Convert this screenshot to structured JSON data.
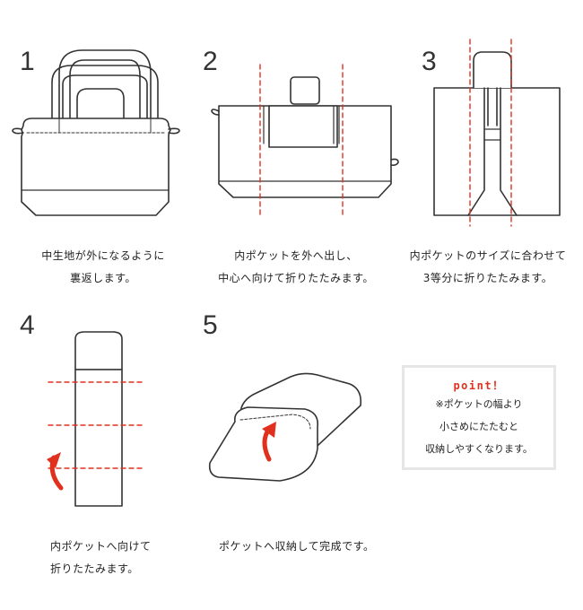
{
  "steps": [
    {
      "number": "1",
      "lines": [
        "中生地が外になるように",
        "裏返します。"
      ]
    },
    {
      "number": "2",
      "lines": [
        "内ポケットを外へ出し、",
        "中心へ向けて折りたたみます。"
      ]
    },
    {
      "number": "3",
      "lines": [
        "内ポケットのサイズに合わせて",
        "3等分に折りたたみます。"
      ]
    },
    {
      "number": "4",
      "lines": [
        "内ポケットへ向けて",
        "折りたたみます。"
      ]
    },
    {
      "number": "5",
      "lines": [
        "ポケットへ収納して完成です。"
      ]
    }
  ],
  "point": {
    "title": "point！",
    "lines": [
      "※ポケットの幅より",
      "小さめにたたむと",
      "収納しやすくなります。"
    ]
  },
  "colors": {
    "accent_red": "#e0301e",
    "line": "#333333",
    "box_border": "#e6e6e6"
  }
}
